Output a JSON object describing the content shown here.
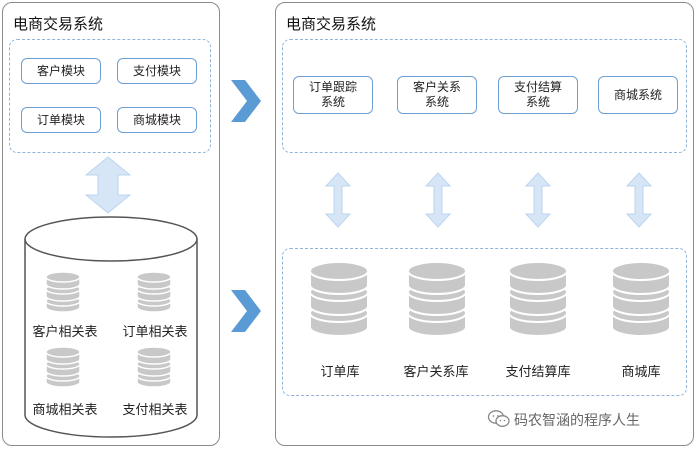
{
  "left_panel": {
    "title": "电商交易系统",
    "modules": [
      "客户模块",
      "支付模块",
      "订单模块",
      "商城模块"
    ],
    "tables": [
      "客户相关表",
      "订单相关表",
      "商城相关表",
      "支付相关表"
    ]
  },
  "right_panel": {
    "title": "电商交易系统",
    "systems": [
      "订单跟踪\n系统",
      "客户关系\n系统",
      "支付结算\n系统",
      "商城系统"
    ],
    "databases": [
      "订单库",
      "客户关系库",
      "支付结算库",
      "商城库"
    ]
  },
  "watermark": {
    "text": "码农智涵的程序人生",
    "icon": "wechat-icon"
  },
  "colors": {
    "arrow_blue": "#5b9bd5",
    "light_blue": "#d6e6f7",
    "db_gray": "#c8c8c8",
    "border": "#8c8c8c"
  }
}
